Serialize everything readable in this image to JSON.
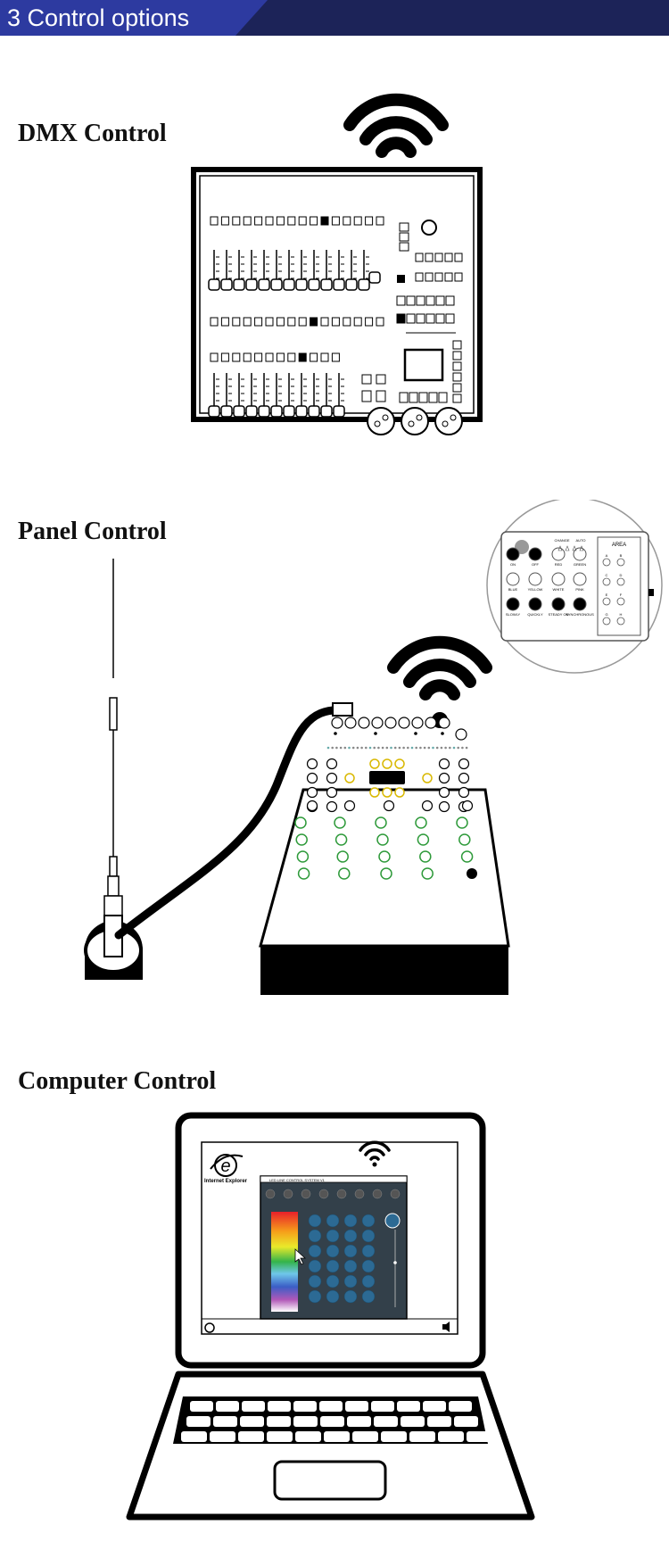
{
  "header": {
    "title": "3 Control options"
  },
  "sections": {
    "dmx": {
      "title": "DMX Control"
    },
    "panel": {
      "title": "Panel Control"
    },
    "computer": {
      "title": "Computer Control"
    }
  },
  "panel_closeup": {
    "area_label": "AREA",
    "top_labels": [
      "CHANGE",
      "AUTO"
    ],
    "row1": [
      "ON",
      "OFF",
      "RED",
      "GREEN"
    ],
    "row2": [
      "BLUE",
      "YELLOW",
      "WHITE",
      "PINK"
    ],
    "row3": [
      "SLOWLY",
      "QUICKLY",
      "STEADY ON",
      "SYNCHRONOUS"
    ],
    "zones": [
      "A",
      "B",
      "C",
      "D",
      "E",
      "F",
      "G",
      "H"
    ]
  },
  "computer_screen": {
    "desktop_icon_label": "Internet Explorer",
    "app_title": "LED LINE CONTROL SYSTEM V1"
  },
  "colors": {
    "banner": "#1c2358",
    "banner_tab": "#2d3aa0",
    "app_panel": "#33404a",
    "app_button": "#2c6a94"
  }
}
